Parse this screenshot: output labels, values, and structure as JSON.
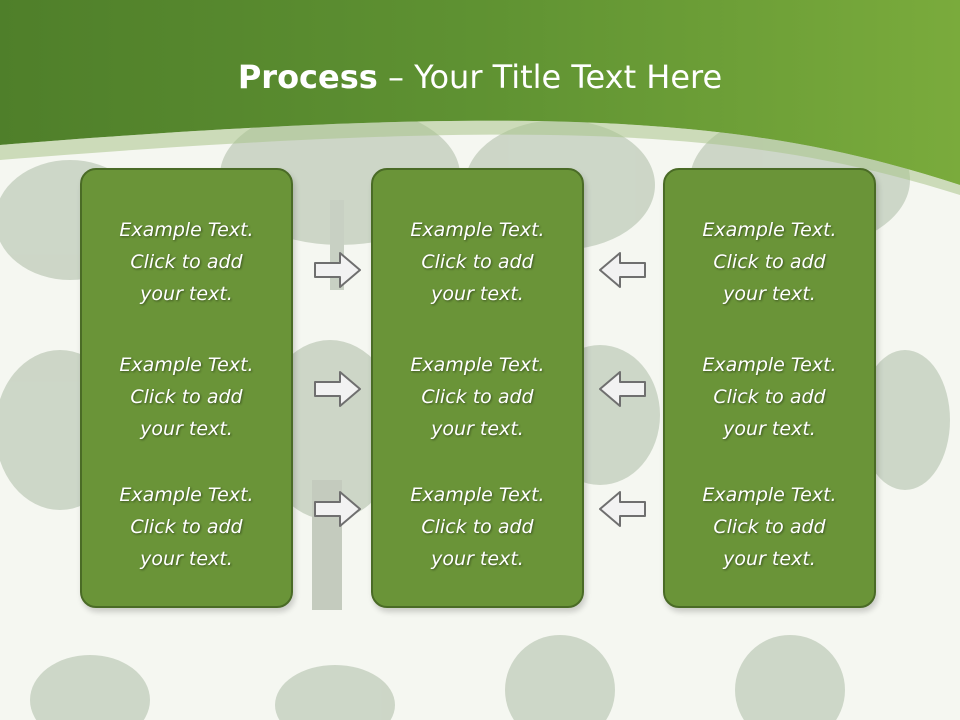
{
  "slide": {
    "title_bold": "Process",
    "title_rest": " – Your Title Text Here"
  },
  "columns": [
    {
      "items": [
        {
          "lines": [
            "Example Text.",
            "Click  to add",
            "your text."
          ]
        },
        {
          "lines": [
            "Example Text.",
            "Click  to add",
            "your text."
          ]
        },
        {
          "lines": [
            "Example Text.",
            "Click  to add",
            "your text."
          ]
        }
      ]
    },
    {
      "items": [
        {
          "lines": [
            "Example Text.",
            "Click  to add",
            "your text."
          ]
        },
        {
          "lines": [
            "Example Text.",
            "Click  to add",
            "your text."
          ]
        },
        {
          "lines": [
            "Example Text.",
            "Click  to add",
            "your text."
          ]
        }
      ]
    },
    {
      "items": [
        {
          "lines": [
            "Example Text.",
            "Click  to add",
            "your text."
          ]
        },
        {
          "lines": [
            "Example Text.",
            "Click  to add",
            "your text."
          ]
        },
        {
          "lines": [
            "Example Text.",
            "Click  to add",
            "your text."
          ]
        }
      ]
    }
  ],
  "icons": {
    "left_arrows": "arrow-right-icon",
    "right_arrows": "arrow-left-icon"
  },
  "colors": {
    "header": "#5f8f32",
    "panel": "#6a9438",
    "panel_border": "#4a6b26",
    "text": "#ffffff"
  }
}
